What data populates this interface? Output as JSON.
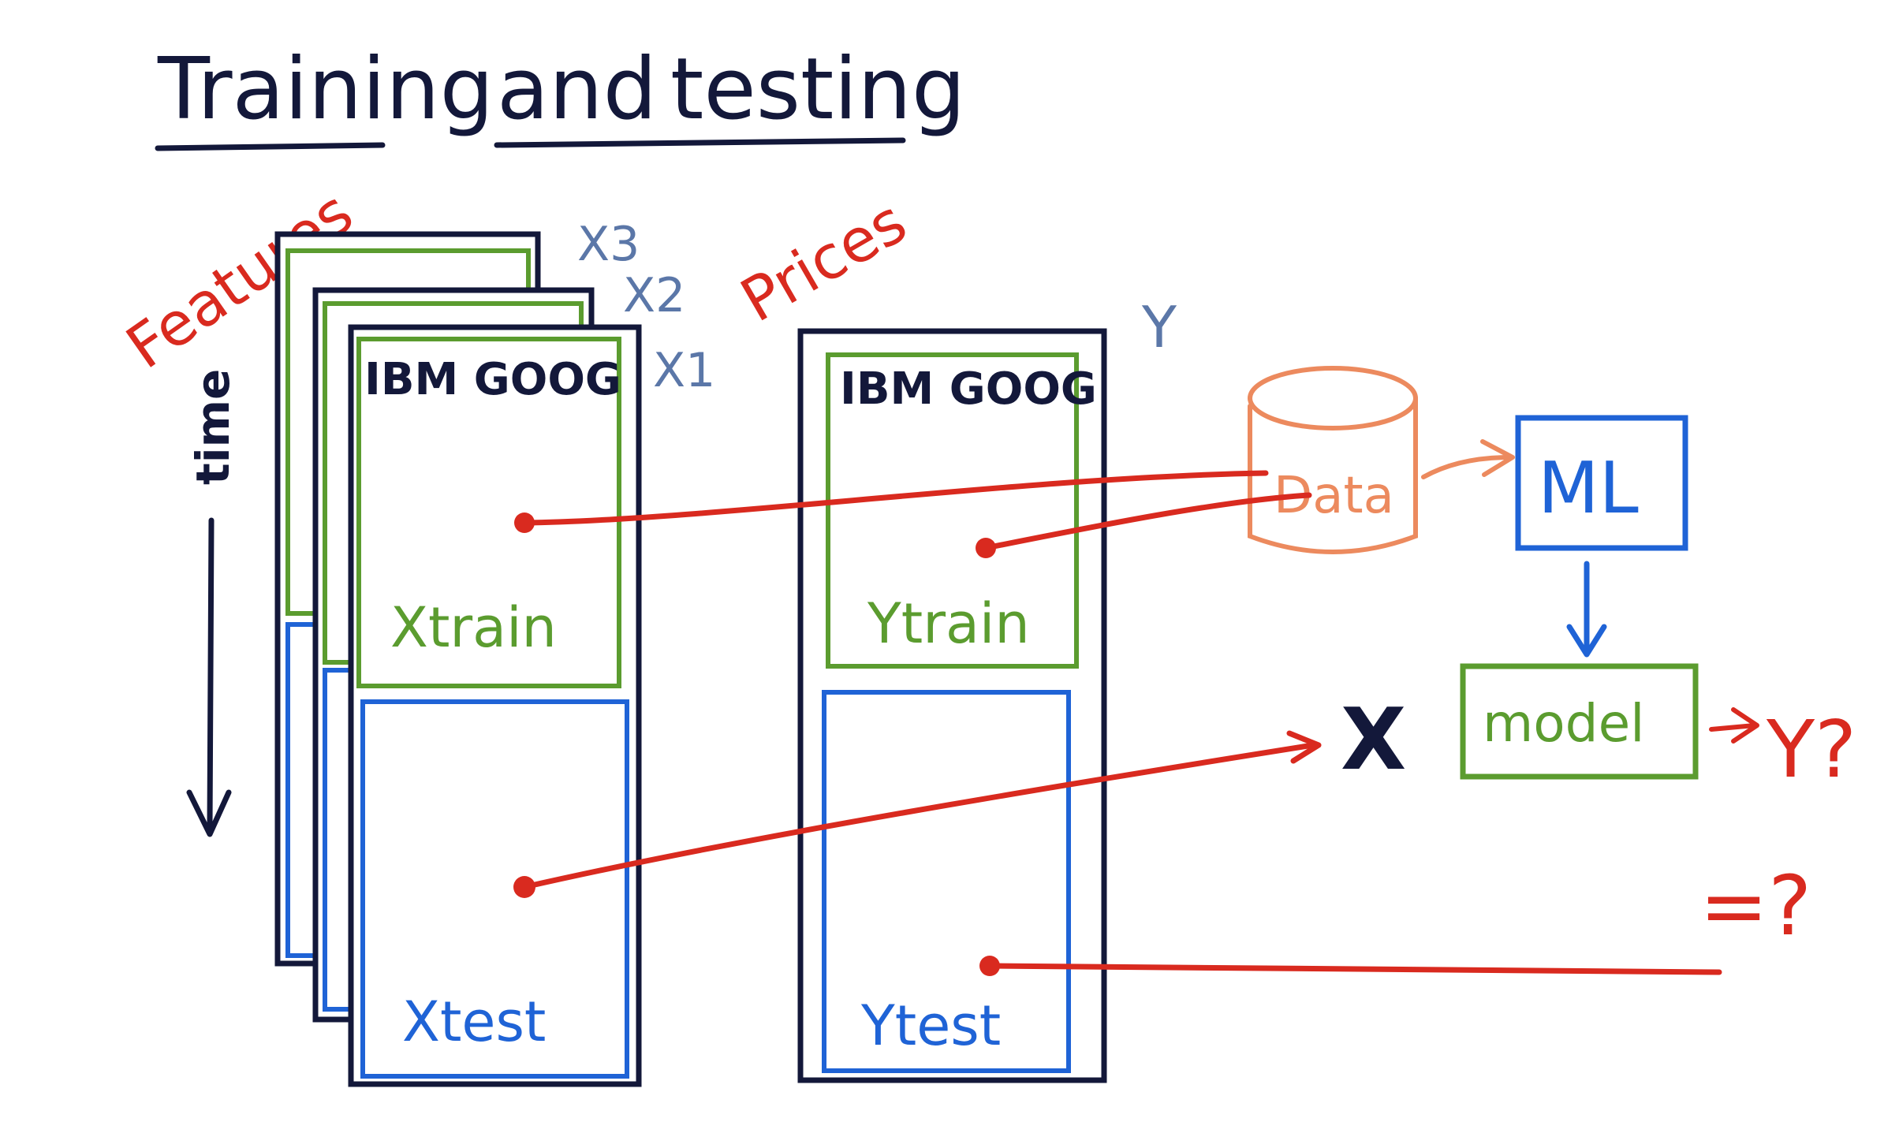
{
  "title": {
    "word1": "Training",
    "word2": "and",
    "word3": "testing"
  },
  "colors": {
    "ink": "#13183a",
    "green": "#5b9c2f",
    "blue": "#1f63d6",
    "red": "#d92a1f",
    "orange": "#ec8a5e",
    "steel": "#5b77a8"
  },
  "features": {
    "label": "Features",
    "axis_label": "time",
    "columns": "IBM GOOG",
    "layers": [
      "X3",
      "X2",
      "X1"
    ],
    "train_label": "Xtrain",
    "test_label": "Xtest"
  },
  "prices": {
    "label": "Prices",
    "layer": "Y",
    "columns": "IBM GOOG",
    "train_label": "Ytrain",
    "test_label": "Ytest"
  },
  "pipeline": {
    "data_label": "Data",
    "ml_label": "ML",
    "model_label": "model",
    "input_label": "X",
    "output_label": "Y?",
    "compare_label": "=?"
  }
}
